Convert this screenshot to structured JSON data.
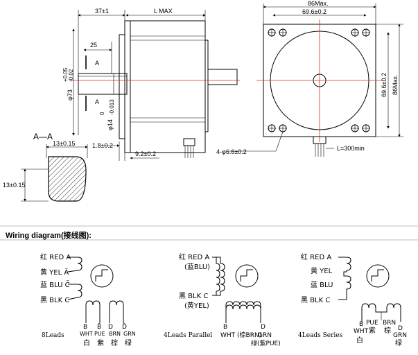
{
  "side_view": {
    "dim_shaft_offset": "37±1",
    "dim_length": "L MAX",
    "dim_25": "25",
    "section_mark_top": "A",
    "section_mark_bottom": "A",
    "dim_boss": "φ73+0.05\n     -0.02",
    "dim_boss_main": "φ73",
    "dim_boss_tol_up": "+0.05",
    "dim_boss_tol_down": "-0.02",
    "dim_shaft_main": "φ14",
    "dim_shaft_tol_up": "0",
    "dim_shaft_tol_down": "-0.013",
    "dim_flange": "1.8±0.2",
    "dim_flange2": "9.2±0.2"
  },
  "front_view": {
    "dim_outer_w": "86Max.",
    "dim_hole_spacing_w": "69.6±0.2",
    "dim_hole_spacing_h": "69.6±0.2",
    "dim_outer_h": "86Max.",
    "dim_holes": "4-φ6.6±0.2",
    "dim_lead": "L=300min"
  },
  "section": {
    "title": "A—A",
    "dim_w": "13±0.15",
    "dim_h": "13±0.15"
  },
  "wiring": {
    "title": "Wiring diagram(接线图):",
    "d8": {
      "rows": [
        "红 RED A",
        "黄 YEL Ā",
        "蓝 BLU C̄",
        "黑 BLK C"
      ],
      "bottom_letters": [
        "B",
        "B̄",
        "D",
        "D̄"
      ],
      "bottom_colors": [
        "WHT",
        "PUE",
        "BRN",
        "GRN"
      ],
      "bottom_cn": [
        "白",
        "紫",
        "棕",
        "绿"
      ],
      "caption": "8Leads"
    },
    "d4p": {
      "top1": "红 RED  A",
      "top2": "(蓝BLU)",
      "mid1": "黑 BLK  C",
      "mid2": "(黄YEL)",
      "b_letter": "B",
      "b_color": "WHT (棕BRN)",
      "d_letter": "D",
      "d_color": "GRN",
      "d_cn": "绿(紫PUE)",
      "caption": "4Leads Parallel"
    },
    "d4s": {
      "rows": [
        "红 RED  A",
        "黄  YEL",
        "蓝  BLU",
        "黑  BLK  C"
      ],
      "b_letter": "B",
      "b_color": "WHT",
      "b_cn": "白",
      "pue": "PUE",
      "pue_cn": "紫",
      "brn": "BRN",
      "brn_cn": "棕",
      "d_letter": "D",
      "d_color": "GRN",
      "d_cn": "绿",
      "caption": "4Leads Series"
    }
  }
}
